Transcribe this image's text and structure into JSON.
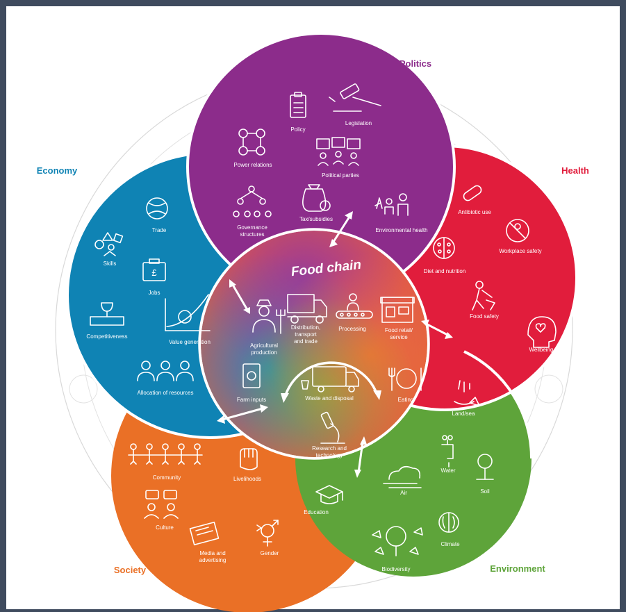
{
  "colors": {
    "politics": "#8c2c8b",
    "economy": "#0f83b4",
    "health": "#e11d3c",
    "environment": "#5ea43a",
    "society": "#ea7026",
    "frame": "#3f4b5e",
    "ring": "#d6d6d6"
  },
  "sectors": {
    "politics": {
      "title": "Politics",
      "items": [
        "Policy",
        "Legislation",
        "Power relations",
        "Political parties",
        "Governance",
        "structures",
        "Tax/subsidies"
      ]
    },
    "economy": {
      "title": "Economy",
      "items": [
        "Trade",
        "Skills",
        "Jobs",
        "Competitiveness",
        "Value generation",
        "Allocation of resources"
      ]
    },
    "health": {
      "title": "Health",
      "items": [
        "Environmental health",
        "Antibiotic use",
        "Workplace safety",
        "Diet and nutrition",
        "Food safety",
        "Wellbeing"
      ]
    },
    "environment": {
      "title": "Environment",
      "items": [
        "Land/sea",
        "Water",
        "Soil",
        "Air",
        "Climate",
        "Biodiversity"
      ]
    },
    "society": {
      "title": "Society",
      "items": [
        "Community",
        "Livelihoods",
        "Culture",
        "Education",
        "Media and",
        "advertising",
        "Gender"
      ]
    }
  },
  "food_chain": {
    "title": "Food chain",
    "stages": [
      "Agricultural",
      "production",
      "Distribution,",
      "transport",
      "and trade",
      "Processing",
      "Food retail/",
      "service",
      "Eating",
      "Waste and disposal",
      "Research and",
      "technology",
      "Farm inputs"
    ]
  },
  "icons": [
    "clipboard-icon",
    "gavel-icon",
    "network-icon",
    "flags-icon",
    "hierarchy-icon",
    "money-bag-icon",
    "globe-arrows-icon",
    "shapes-icon",
    "pound-case-icon",
    "podium-icon",
    "growth-chart-icon",
    "people-icon",
    "family-tree-icon",
    "pill-icon",
    "no-worker-icon",
    "plate-half-icon",
    "farmer-food-icon",
    "heart-head-icon",
    "fish-icon",
    "tap-icon",
    "tree-icon",
    "cloud-wind-icon",
    "globe-leaf-icon",
    "birds-tree-icon",
    "community-icon",
    "fist-icon",
    "speech-people-icon",
    "graduation-cap-icon",
    "newspaper-icon",
    "gender-icon",
    "farmer-icon",
    "truck-icon",
    "conveyor-icon",
    "shop-icon",
    "cutlery-icon",
    "bin-truck-icon",
    "microscope-icon",
    "seed-bag-icon"
  ]
}
